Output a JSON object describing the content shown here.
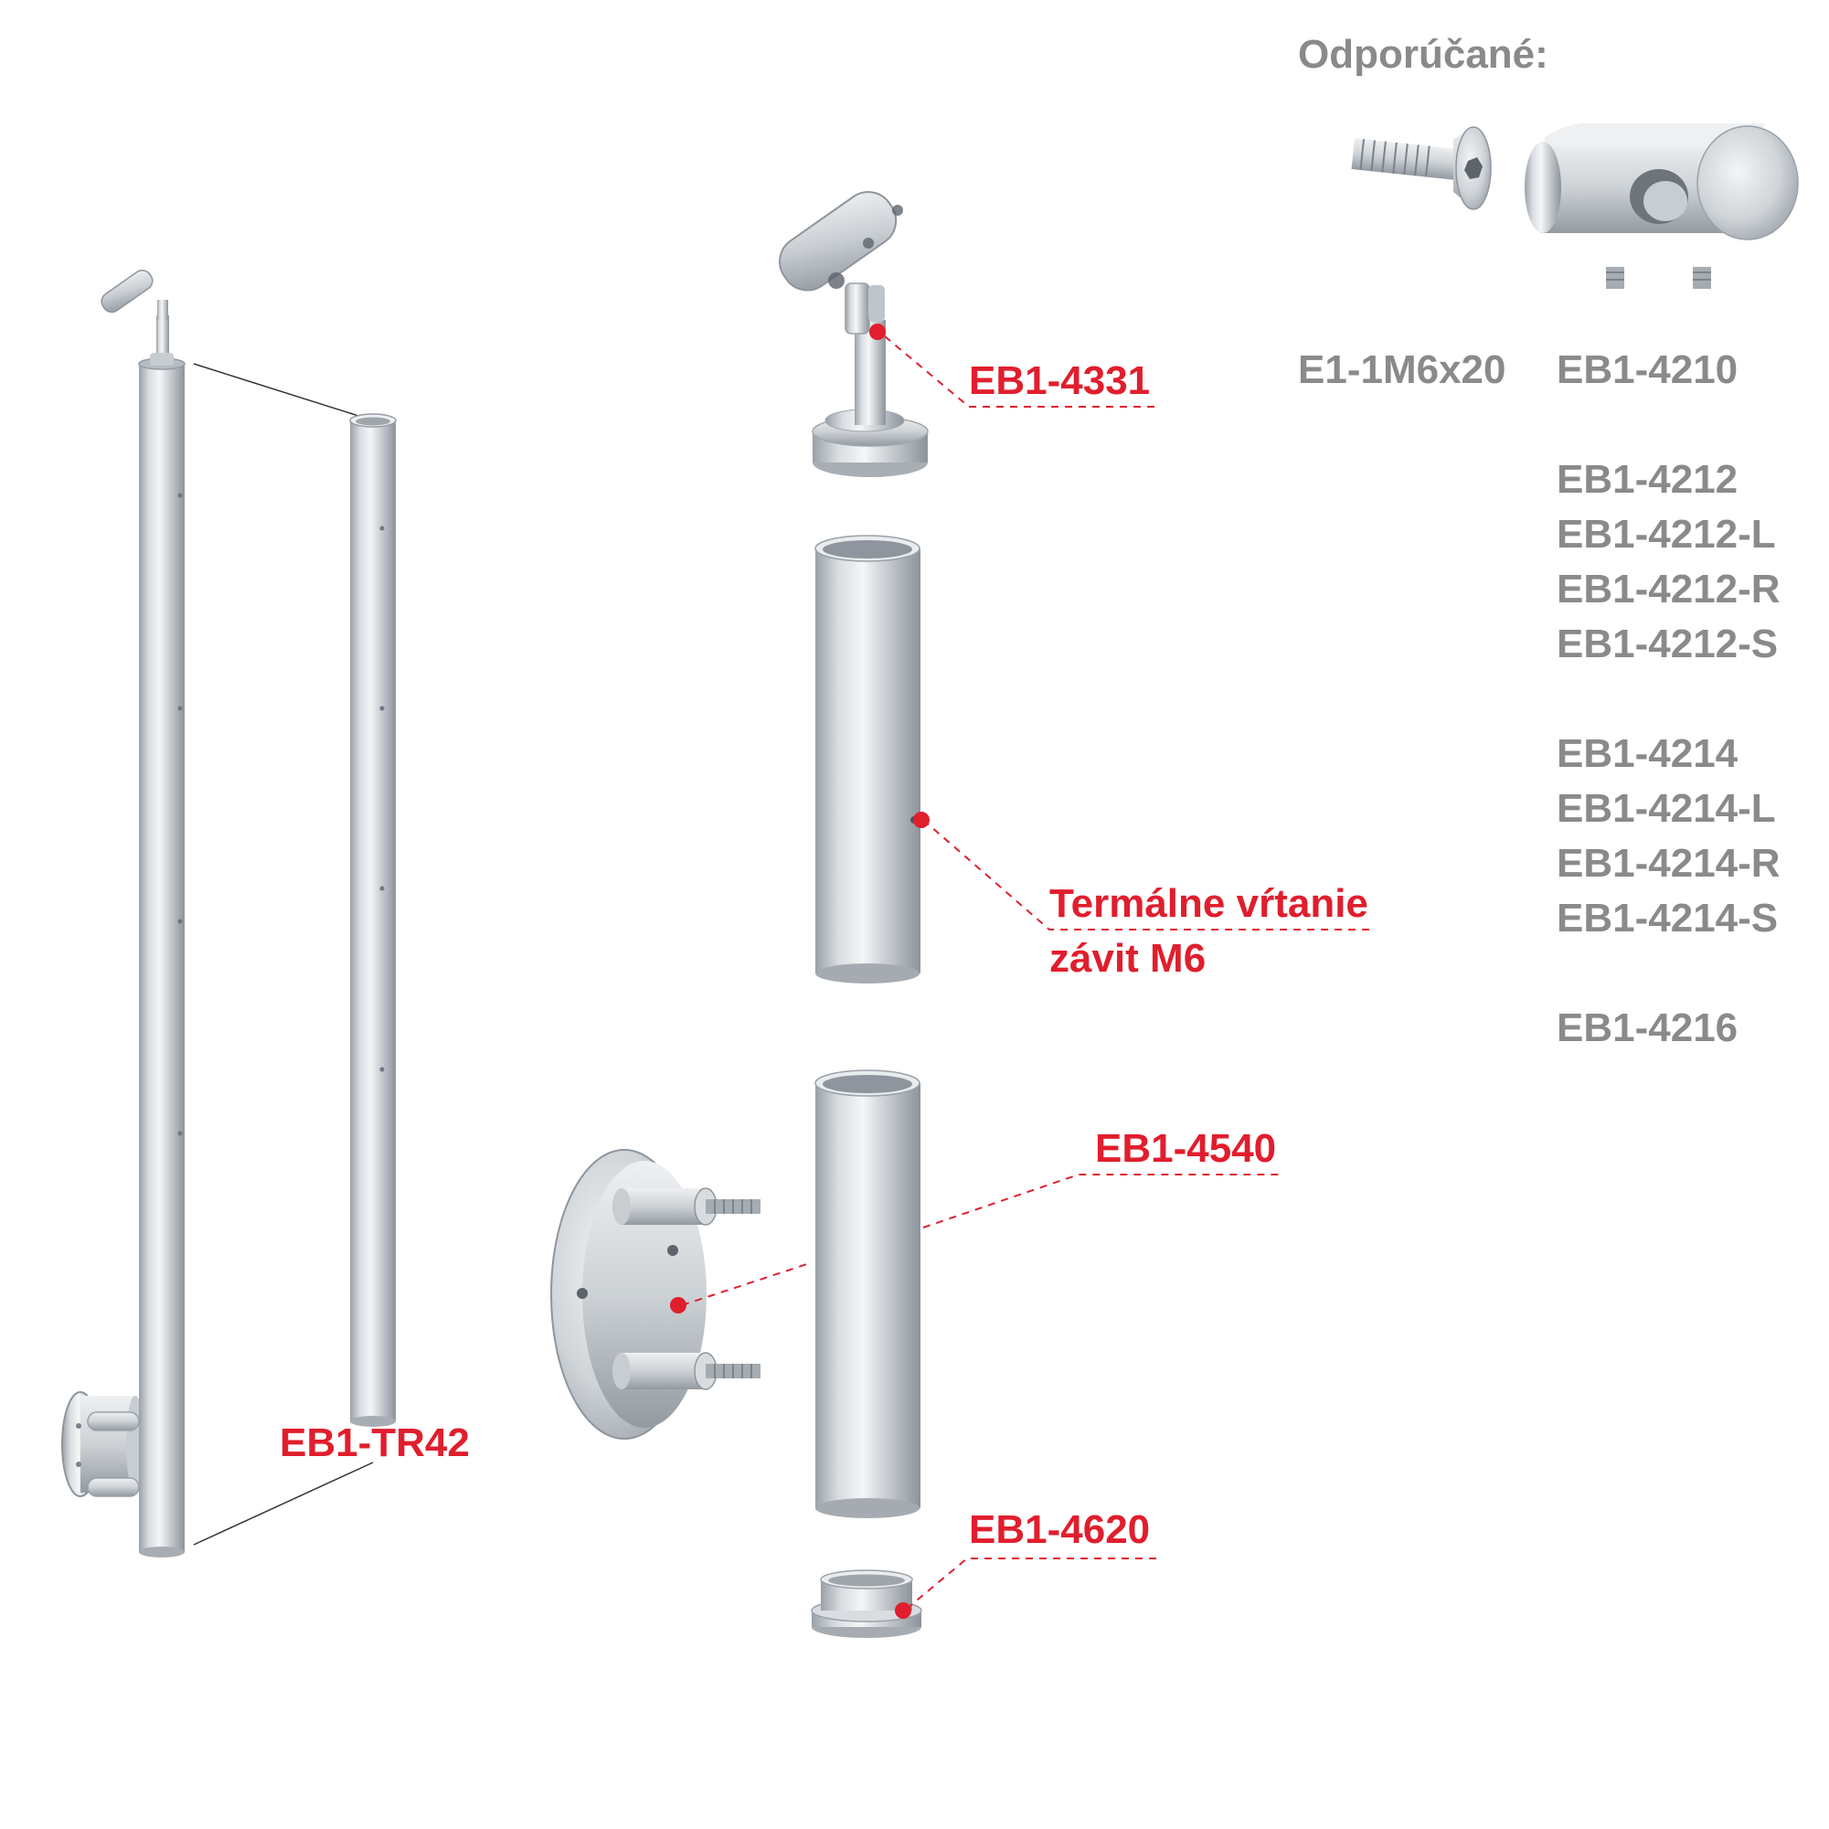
{
  "recommended": {
    "heading": "Odporúčané:",
    "screw_code": "E1-1M6x20",
    "codes": [
      "EB1-4210",
      "EB1-4212",
      "EB1-4212-L",
      "EB1-4212-R",
      "EB1-4212-S",
      "EB1-4214",
      "EB1-4214-L",
      "EB1-4214-R",
      "EB1-4214-S",
      "EB1-4216"
    ]
  },
  "parts": {
    "handrail_support": "EB1-4331",
    "thermal_drilling_line1": "Termálne vŕtanie",
    "thermal_drilling_line2": "závit M6",
    "side_mount_flange": "EB1-4540",
    "end_cap": "EB1-4620",
    "tube": "EB1-TR42"
  },
  "colors": {
    "accent_red": "#e01e2d",
    "label_gray": "#8a8a8a",
    "steel_light": "#e6e9ec",
    "steel_dark": "#8e959c"
  }
}
